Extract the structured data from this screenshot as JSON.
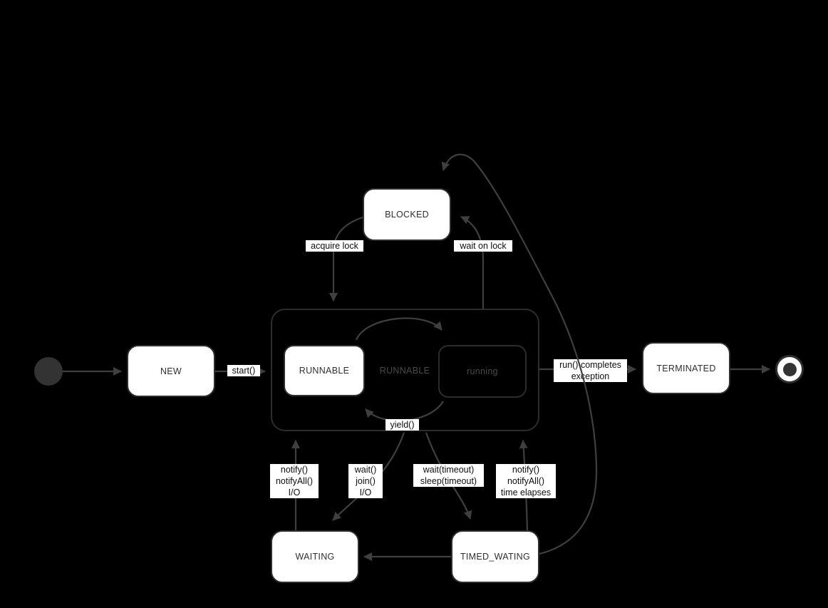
{
  "diagram": {
    "type": "uml-state-machine",
    "states": {
      "new": {
        "label": "NEW"
      },
      "runnable_composite": {
        "label": "RUNNABLE"
      },
      "runnable": {
        "label": "RUNNABLE"
      },
      "running": {
        "label": "running"
      },
      "blocked": {
        "label": "BLOCKED"
      },
      "waiting": {
        "label": "WAITING"
      },
      "timed_wating": {
        "label": "TIMED_WATING"
      },
      "terminated": {
        "label": "TERMINATED"
      }
    },
    "transitions": {
      "start": {
        "label": "start()"
      },
      "acquire_lock": {
        "label": "acquire lock"
      },
      "wait_on_lock": {
        "label": "wait on lock"
      },
      "yield": {
        "label": "yield()"
      },
      "run_completes": {
        "lines": [
          "run() completes",
          "exception"
        ]
      },
      "notify_io": {
        "lines": [
          "notify()",
          "notifyAll()",
          "I/O"
        ]
      },
      "wait_join_io": {
        "lines": [
          "wait()",
          "join()",
          "I/O"
        ]
      },
      "wait_sleep_timeout": {
        "lines": [
          "wait(timeout)",
          "sleep(timeout)"
        ]
      },
      "notify_time_elapses": {
        "lines": [
          "notify()",
          "notifyAll()",
          "time elapses"
        ]
      }
    },
    "colors": {
      "background": "#000000",
      "state_fill": "#ffffff",
      "state_border": "#2e2e2e",
      "state_text": "#2f2f2f",
      "muted_text": "#4a4a4a",
      "edge": "#3f3f3f",
      "label_bg": "#ffffff",
      "label_text": "#0e0e0e"
    }
  }
}
